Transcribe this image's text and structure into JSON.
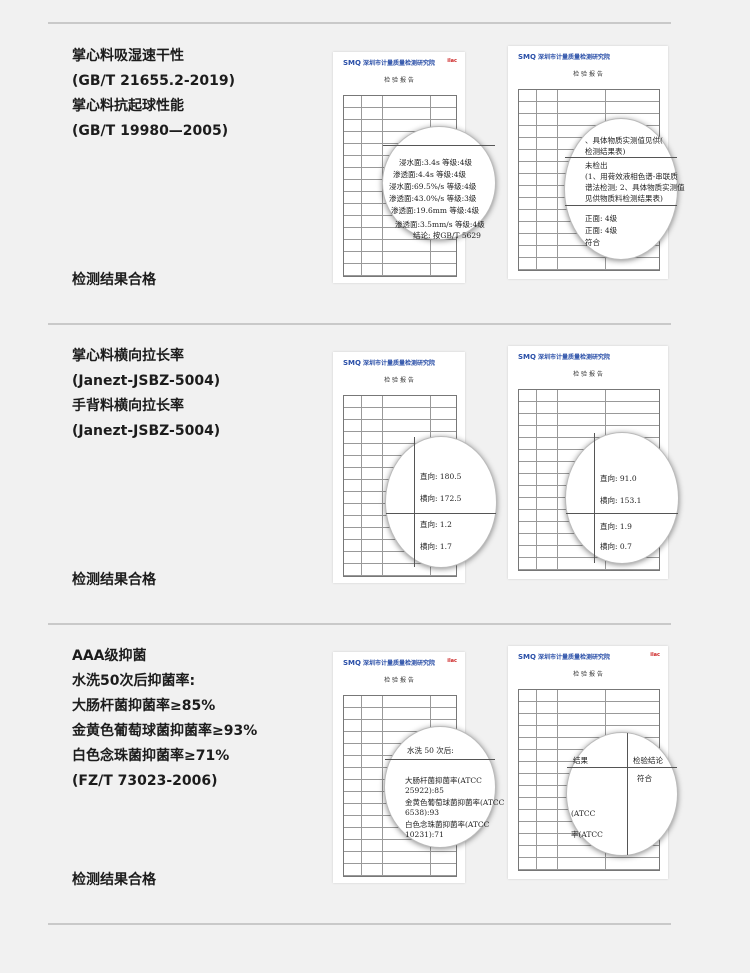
{
  "sections": [
    {
      "lines": [
        "掌心料吸湿速干性",
        "(GB/T 21655.2-2019)",
        "掌心料抗起球性能",
        "(GB/T 19980—2005)"
      ],
      "result": "检测结果合格",
      "report_left": {
        "brand": "SMQ",
        "org": "深圳市计量质量检测研究院",
        "title": "检 验 报 告",
        "magnifier_lines": [
          "浸水面:3.4s 等级:4级",
          "渗透面:4.4s 等级:4级",
          "浸水面:69.5%/s 等级:4级",
          "渗透面:43.0%/s 等级:3级",
          "渗透面:19.6mm 等级:4级",
          "渗透面:3.5mm/s 等级:4级",
          "结论: 按GB/T 5629"
        ]
      },
      "report_right": {
        "brand": "SMQ",
        "org": "深圳市计量质量检测研究院",
        "title": "检 验 报 告",
        "magnifier_lines": [
          "、具体物质实测值见供(",
          "检测结果表)",
          "未检出",
          "(1、用荷效液相色谱-串联质",
          "谱法检测; 2、具体物质实测值",
          "见供物质料检测结果表)",
          "正面: 4级",
          "正面: 4级",
          "符合"
        ]
      }
    },
    {
      "lines": [
        "掌心料横向拉长率",
        "(Janezt-JSBZ-5004)",
        "手背料横向拉长率",
        "(Janezt-JSBZ-5004)"
      ],
      "result": "检测结果合格",
      "report_left": {
        "brand": "SMQ",
        "org": "深圳市计量质量检测研究院",
        "title": "检 验 报 告",
        "magnifier_lines": [
          "直向: 180.5",
          "横向: 172.5",
          "直向: 1.2",
          "横向: 1.7"
        ]
      },
      "report_right": {
        "brand": "SMQ",
        "org": "深圳市计量质量检测研究院",
        "title": "检 验 报 告",
        "magnifier_lines": [
          "直向: 91.0",
          "横向: 153.1",
          "直向: 1.9",
          "横向: 0.7"
        ]
      }
    },
    {
      "lines": [
        "AAA级抑菌",
        "水洗50次后抑菌率:",
        "大肠杆菌抑菌率≥85%",
        "金黄色葡萄球菌抑菌率≥93%",
        "白色念珠菌抑菌率≥71%",
        "(FZ/T 73023-2006)"
      ],
      "result": "检测结果合格",
      "report_left": {
        "brand": "SMQ",
        "org": "深圳市计量质量检测研究院",
        "title": "检 验 报 告",
        "magnifier_lines": [
          "水洗 50 次后:",
          "大肠杆菌抑菌率(ATCC",
          "25922):85",
          "金黄色葡萄球菌抑菌率(ATCC",
          "6538):93",
          "白色念珠菌抑菌率(ATCC",
          "10231):71"
        ]
      },
      "report_right": {
        "brand": "SMQ",
        "org": "深圳市计量质量检测研究院",
        "title": "检 验 报 告",
        "magnifier_lines": [
          "结果",
          "检验结论",
          "符合",
          "(ATCC",
          "率(ATCC"
        ]
      }
    }
  ]
}
